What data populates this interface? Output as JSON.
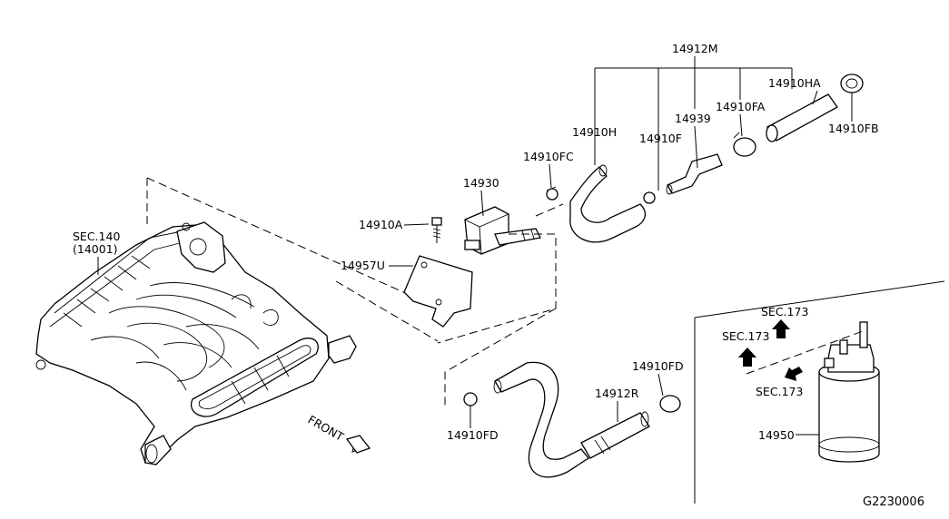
{
  "diagram_id": "G2230006",
  "colors": {
    "line": "#000000",
    "background": "#ffffff"
  },
  "labels": {
    "sec140": "SEC.140",
    "sec140_sub": "(14001)",
    "p14910A": "14910A",
    "p14957U": "14957U",
    "p14930": "14930",
    "p14910FC": "14910FC",
    "p14910H": "14910H",
    "p14910F": "14910F",
    "p14939": "14939",
    "p14912M": "14912M",
    "p14910FA": "14910FA",
    "p14910HA": "14910HA",
    "p14910FB": "14910FB",
    "front": "FRONT",
    "p14910FD_left": "14910FD",
    "p14912R": "14912R",
    "p14910FD_right": "14910FD",
    "sec173_a": "SEC.173",
    "sec173_b": "SEC.173",
    "sec173_c": "SEC.173",
    "p14950": "14950"
  }
}
